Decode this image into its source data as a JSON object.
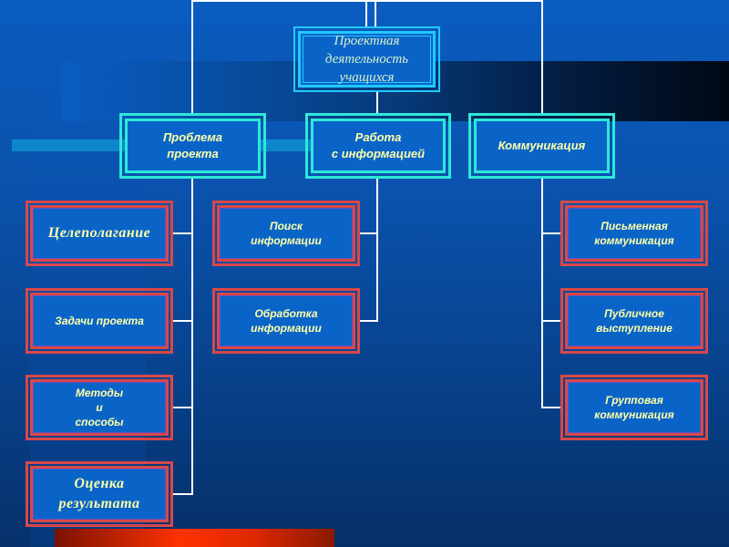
{
  "diagram": {
    "root": {
      "label": "Проектная\nдеятельность\nучащихся"
    },
    "branches": [
      {
        "label": "Проблема\nпроекта",
        "children": [
          {
            "label": "Целеполагание"
          },
          {
            "label": "Задачи проекта"
          },
          {
            "label": "Методы\nи\nспособы"
          },
          {
            "label": "Оценка\nрезультата"
          }
        ]
      },
      {
        "label": "Работа\nс информацией",
        "children": [
          {
            "label": "Поиск\nинформации"
          },
          {
            "label": "Обработка\nинформации"
          }
        ]
      },
      {
        "label": "Коммуникация",
        "children": [
          {
            "label": "Письменная\nкоммуникация"
          },
          {
            "label": "Публичное\nвыступление"
          },
          {
            "label": "Групповая\nкоммуникация"
          }
        ]
      }
    ],
    "colors": {
      "box_fill": "#0a64c8",
      "root_border": "#22c8ff",
      "level1_border": "#2ee8d8",
      "level2_border": "#d84848",
      "text": "#ffffa8",
      "connector": "#ffffff"
    }
  }
}
